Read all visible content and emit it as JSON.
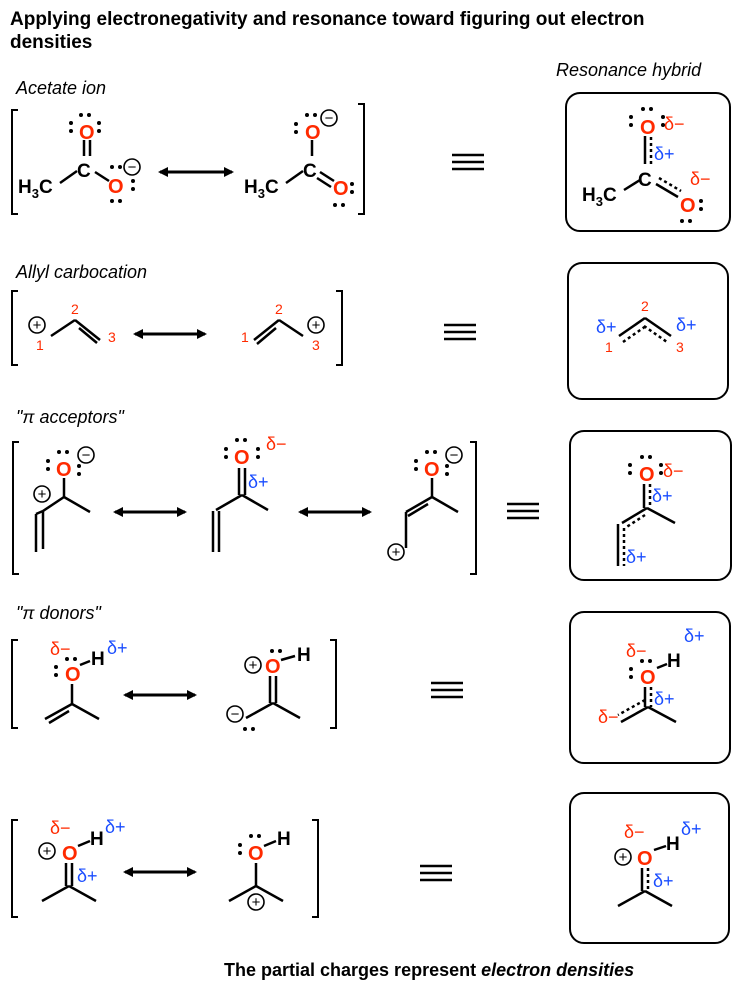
{
  "title": "Applying electronegativity and resonance toward figuring out electron densities",
  "hybrid_label": "Resonance hybrid",
  "footer": {
    "prefix": "The partial charges represent ",
    "emph": "electron densities"
  },
  "sections": [
    {
      "label": "Acetate ion"
    },
    {
      "label": "Allyl carbocation"
    },
    {
      "label": "\"π acceptors\""
    },
    {
      "label": "\"π donors\""
    },
    {
      "label": ""
    }
  ],
  "atoms": {
    "oxygen": "O",
    "carbon": "C",
    "hydrogen": "H",
    "methyl": "H",
    "methyl_sub": "3",
    "methyl_c": "C"
  },
  "charges": {
    "delta_minus": "δ−",
    "delta_plus": "δ+",
    "minus": "−",
    "plus": "+"
  },
  "allyl_numbers": [
    "1",
    "2",
    "3"
  ],
  "colors": {
    "oxygen": "#ff2a00",
    "delta_plus": "#1a4dff",
    "delta_minus": "#ff2a00",
    "number": "#ff2a00",
    "ink": "#000000"
  },
  "icons": {
    "equivalence": "triple-bar-icon",
    "resonance": "double-headed-arrow-icon"
  }
}
